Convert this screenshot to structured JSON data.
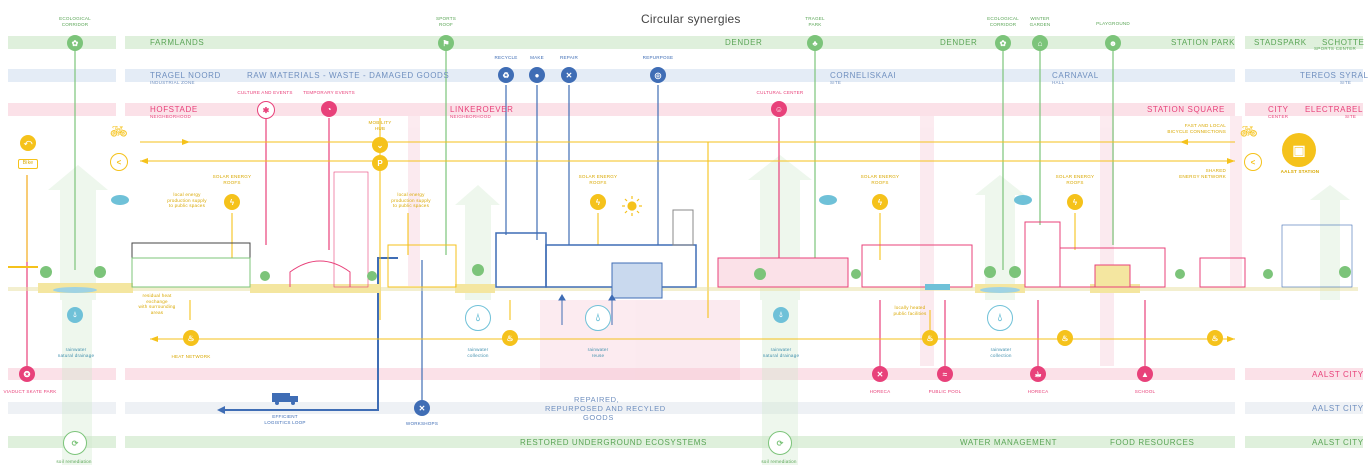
{
  "title": "Circular synergies",
  "colors": {
    "green": "#7cc47a",
    "blue": "#3f6db5",
    "pink": "#e8417a",
    "yellow": "#f5c21b",
    "teal": "#6fc1d8",
    "band_green": "#dff0dc",
    "band_blue": "#e4ecf6",
    "band_pink": "#fbe1e8",
    "band_grey": "#eef1f5"
  },
  "bands": {
    "row1": [
      "FARMLANDS",
      "DENDER",
      "DENDER",
      "STATION PARK",
      "STADSPARK",
      "SCHOTTE"
    ],
    "row1_sub": [
      "SPORTS CENTER"
    ],
    "row2": [
      "TRAGEL NOORD",
      "RAW MATERIALS - WASTE - DAMAGED GOODS",
      "CORNELISKAAI",
      "CARNAVAL",
      "TEREOS SYRAL"
    ],
    "row2_sub": [
      "INDUSTRIAL ZONE",
      "SITE",
      "HALL",
      "SITE"
    ],
    "row3": [
      "HOFSTADE",
      "LINKEROEVER",
      "STATION SQUARE",
      "CITY",
      "ELECTRABEL"
    ],
    "row3_sub": [
      "NEIGHBORHOOD",
      "NEIGHBORHOOD",
      "CENTER",
      "SITE"
    ],
    "bottom1": [
      "AALST CITY"
    ],
    "bottom2": [
      "REPAIRED,",
      "REPURPOSED AND RECYLED",
      "GOODS",
      "AALST CITY"
    ],
    "bottom3": [
      "RESTORED UNDERGROUND ECOSYSTEMS",
      "WATER MANAGEMENT",
      "FOOD RESOURCES",
      "AALST CITY"
    ]
  },
  "top_labels": {
    "ecological_corridor_1": [
      "ECOLOGICAL",
      "CORRIDOR"
    ],
    "sports_roof": [
      "SPORTS",
      "ROOF"
    ],
    "tragel_park": [
      "TRAGEL",
      "PARK"
    ],
    "ecological_corridor_2": [
      "ECOLOGICAL",
      "CORRIDOR"
    ],
    "winter_garden": [
      "WINTER",
      "GARDEN"
    ],
    "playground": "PLAYGROUND",
    "recycle": "RECYCLE",
    "make": "MAKE",
    "repair": "REPAIR",
    "repurpose": "REPURPOSE",
    "culture_events": "CULTURE AND EVENTS",
    "temporary_events": "TEMPORARY EVENTS",
    "cultural_center": "CULTURAL CENTER",
    "mobility_hub": [
      "MOBILITY",
      "HUB"
    ]
  },
  "mid_labels": {
    "solar_1": [
      "SOLAR ENERGY",
      "ROOFS"
    ],
    "solar_2": [
      "SOLAR ENERGY",
      "ROOFS"
    ],
    "solar_3": [
      "SOLAR ENERGY",
      "ROOFS"
    ],
    "solar_4": [
      "SOLAR ENERGY",
      "ROOFS"
    ],
    "local_energy_1": [
      "local energy",
      "production supply",
      "to public spaces"
    ],
    "local_energy_2": [
      "local energy",
      "production supply",
      "to public spaces"
    ],
    "fast_local": [
      "FAST AND LOCAL",
      "BICYCLE CONNECTIONS"
    ],
    "shared_energy": [
      "SHARED",
      "ENERGY NETWORK"
    ],
    "aalst_station": "AALST STATION",
    "bike_badge": "Bike"
  },
  "lower_labels": {
    "residual_heat": [
      "residual heat",
      "exchange",
      "with surrounding",
      "areas"
    ],
    "heat_network": "HEAT NETWORK",
    "rainwater_drainage_1": [
      "rainwater",
      "natural drainage"
    ],
    "rainwater_collection_1": [
      "rainwater",
      "collection"
    ],
    "rainwater_reuse": [
      "rainwater",
      "reuse"
    ],
    "rainwater_drainage_2": [
      "rainwater",
      "natural drainage"
    ],
    "locally_heated": [
      "locally heated",
      "public facilities"
    ],
    "rainwater_collection_2": [
      "rainwater",
      "collection"
    ],
    "viaduct": "VIADUCT SKATE PARK",
    "horeca_1": "HORECA",
    "public_pool": "PUBLIC POOL",
    "horeca_2": "HORECA",
    "school": "SCHOOL",
    "logistics": [
      "EFFICIENT",
      "LOGISTICS LOOP"
    ],
    "workshops": "WORKSHOPS",
    "soil_1": "soil remediation",
    "soil_2": "soil remediation"
  }
}
